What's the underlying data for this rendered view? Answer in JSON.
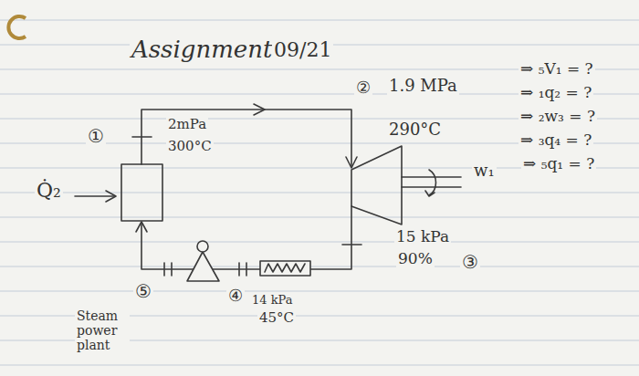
{
  "diagram": {
    "title": "Assignment",
    "labels": [
      "09/21",
      "②",
      "1.9 MPa",
      "290°C",
      "⇒ ₅V₁ = ?",
      "⇒ ₁q₂ = ?",
      "⇒ ₂w₃ = ?",
      "⇒ ₃q₄ = ?",
      "⇒ ₅q₁ = ?",
      "①",
      "2mPa",
      "300°C",
      "Q̇₂",
      "w₁",
      "15 kPa",
      "90%",
      "③",
      "⑤",
      "④",
      "14 kPa",
      "45°C",
      "Steam power plant"
    ]
  }
}
